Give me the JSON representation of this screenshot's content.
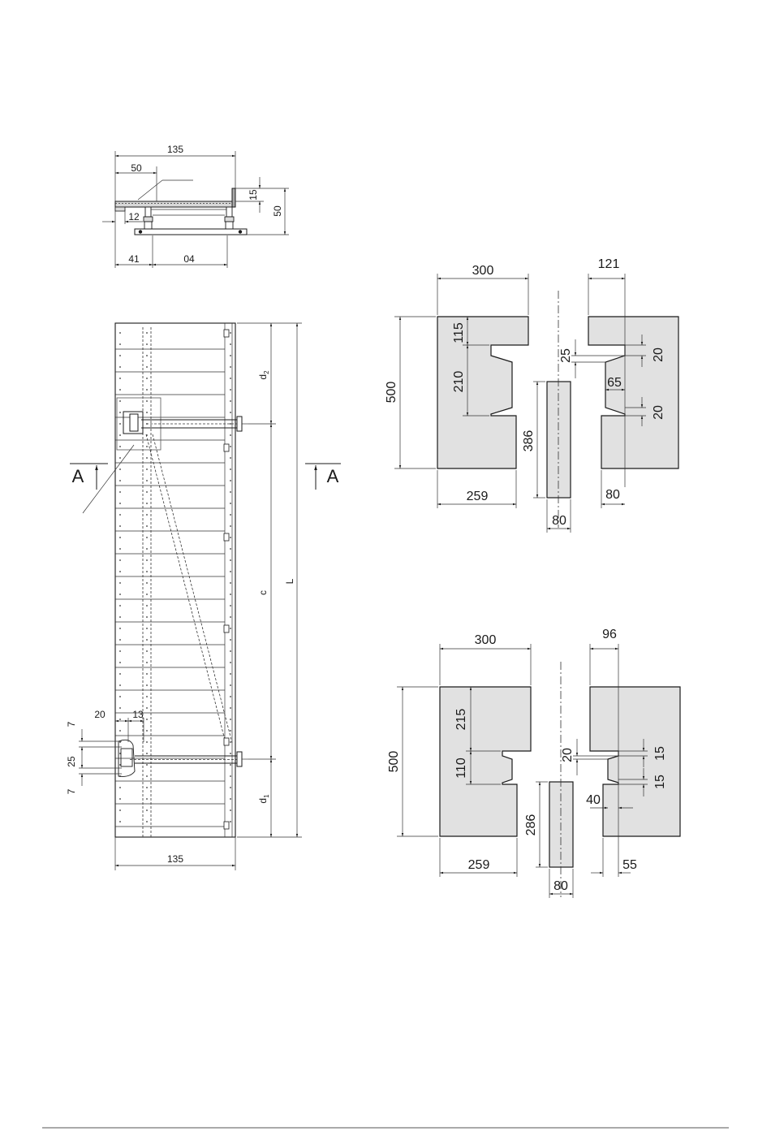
{
  "top_view": {
    "dim_135": "135",
    "dim_50": "50",
    "dim_15": "15",
    "dim_50_right": "50",
    "dim_12": "12",
    "dim_41": "41",
    "dim_04": "04"
  },
  "elevation": {
    "dim_d2": "d",
    "dim_d2_sub": "2",
    "dim_c": "c",
    "dim_L": "L",
    "dim_d1": "d",
    "dim_d1_sub": "1",
    "dim_20": "20",
    "dim_13": "13",
    "dim_7_top": "7",
    "dim_25": "25",
    "dim_7_bottom": "7",
    "dim_135_bottom": "135",
    "section_left": "A",
    "section_right": "A"
  },
  "profile_upper": {
    "width_300": "300",
    "width_121": "121",
    "height_500": "500",
    "dim_115": "115",
    "dim_210": "210",
    "dim_25": "25",
    "dim_20_top": "20",
    "dim_65": "65",
    "dim_20_bottom": "20",
    "dim_386": "386",
    "width_259": "259",
    "width_80_right": "80",
    "width_80_center": "80"
  },
  "profile_lower": {
    "width_300": "300",
    "width_96": "96",
    "height_500": "500",
    "dim_215": "215",
    "dim_110": "110",
    "dim_20": "20",
    "dim_15_top": "15",
    "dim_15_bottom": "15",
    "dim_40": "40",
    "dim_286": "286",
    "width_259": "259",
    "width_55": "55",
    "width_80_center": "80"
  }
}
